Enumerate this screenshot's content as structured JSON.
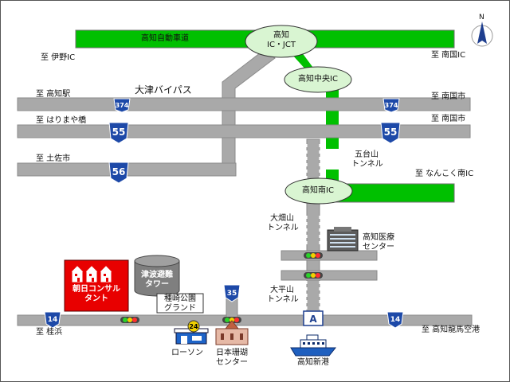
{
  "map": {
    "colors": {
      "road": "#a9a9a9",
      "expressway": "#00c000",
      "ic_bubble": "#d9f5d2",
      "company": "#e80000",
      "tower": "#7f7f7f",
      "route_shield": "#1d49a8",
      "compass": "#1f3f8f"
    },
    "expressway_label": "高知自動車道",
    "bypass_label": "大津バイパス",
    "ic": {
      "kochi_jct": [
        "高知",
        "IC・JCT"
      ],
      "kochi_chuo": "高知中央IC",
      "kochi_minami": "高知南IC"
    },
    "destinations": {
      "ino": "至 伊野IC",
      "nankoku_ic": "至 南国IC",
      "kochi_eki": "至 高知駅",
      "nankoku_1": "至 南国市",
      "harimaya": "至 はりまや橋",
      "nankoku_2": "至 南国市",
      "tosa": "至 土佐市",
      "nankoku_minami": "至 なんこく南IC",
      "katsurahama": "至 桂浜",
      "airport": "至 高知龍馬空港"
    },
    "routes": {
      "r374_west": "374",
      "r374_east": "374",
      "r55_west": "55",
      "r55_east": "55",
      "r56": "56",
      "r35": "35",
      "r14_west": "14",
      "r14_east": "14"
    },
    "tunnels": {
      "godaisan": [
        "五台山",
        "トンネル"
      ],
      "ohatayama": [
        "大畑山",
        "トンネル"
      ],
      "ohirayama": [
        "大平山",
        "トンネル"
      ]
    },
    "landmarks": {
      "company": [
        "朝日コンサル",
        "タント"
      ],
      "tsunami_tower": [
        "津波避難",
        "タワー"
      ],
      "park": [
        "種崎公園",
        "グランド"
      ],
      "medical_center": [
        "高知医療",
        "センター"
      ],
      "lawson": "ローソン",
      "lawson_badge": "24",
      "coral_center": [
        "日本珊瑚",
        "センター"
      ],
      "port": "高知新港",
      "marker_a": "A"
    },
    "compass_label": "N"
  }
}
